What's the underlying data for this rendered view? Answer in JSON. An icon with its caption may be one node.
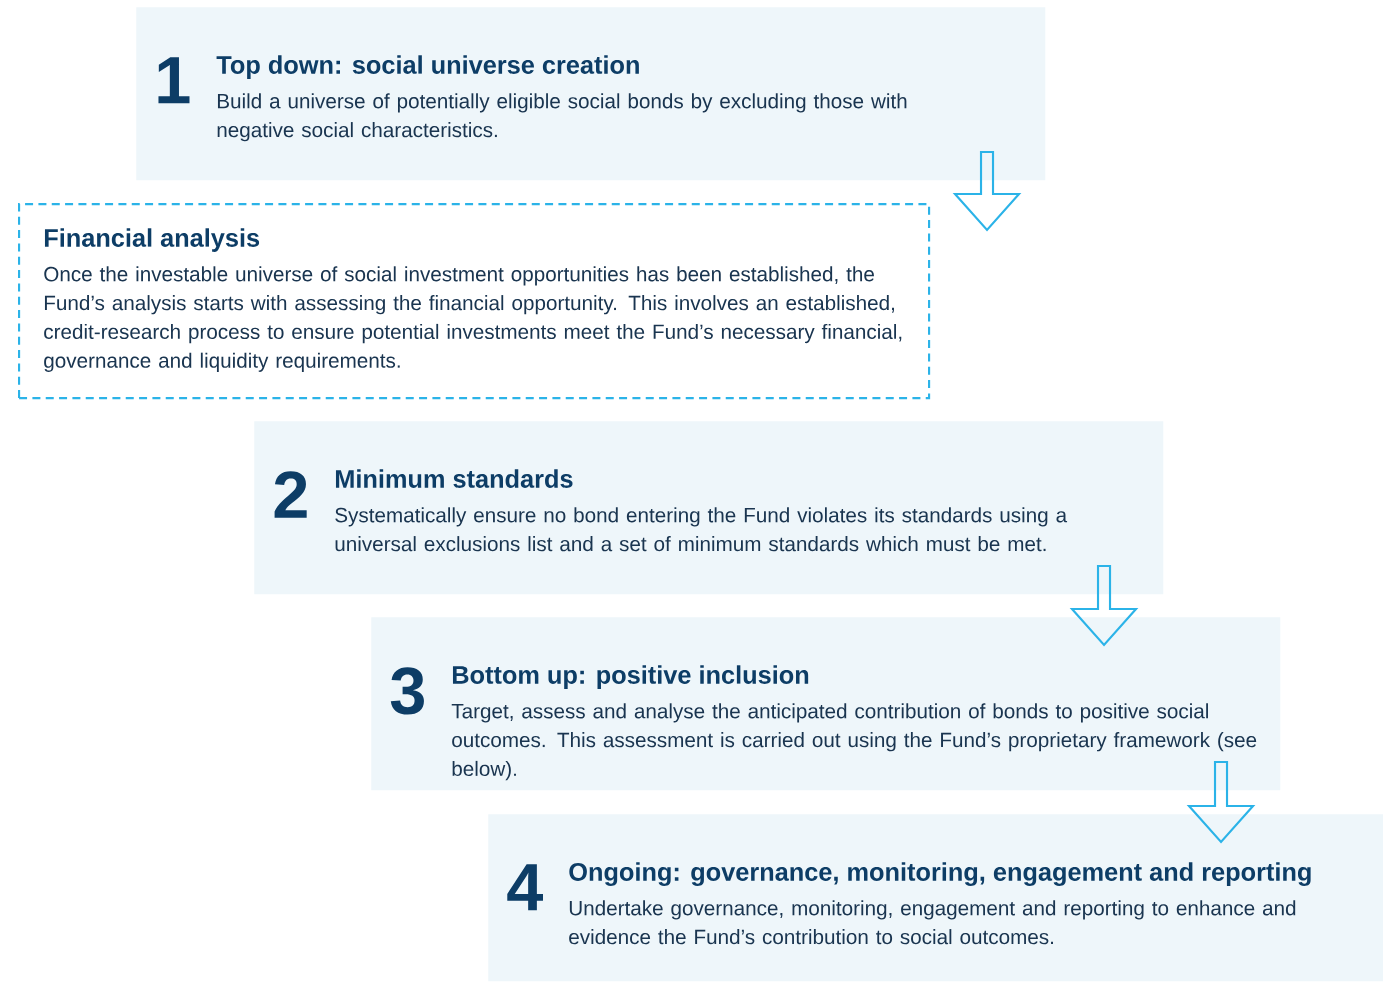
{
  "diagram": {
    "nodes": [
      {
        "text": [
          "1",
          "Top down: social universe creation",
          "Build a universe of potentially eligible social bonds by excluding those with negative social characteristics."
        ]
      },
      {
        "text": [
          "Financial analysis",
          "Once the investable universe of social investment opportunities has been established, the Fund’s analysis starts with assessing the financial opportunity. This involves an established, credit-research process to ensure potential investments meet the Fund’s necessary financial, governance and liquidity requirements."
        ]
      },
      {
        "text": [
          "2",
          "Minimum standards",
          "Systematically ensure no bond entering the Fund violates its standards using a universal exclusions list and a set of minimum standards which must be met."
        ]
      },
      {
        "text": [
          "3",
          "Bottom up: positive inclusion",
          "Target, assess and analyse the anticipated contribution of bonds to positive social outcomes. This assessment is carried out using the Fund’s proprietary framework (see below)."
        ]
      },
      {
        "text": [
          "4",
          "Ongoing: governance, monitoring, engagement and reporting",
          "Undertake governance, monitoring, engagement and reporting to enhance and evidence the Fund’s contribution to social outcomes."
        ]
      }
    ],
    "edges": [
      {
        "from": 0,
        "to": null,
        "arrow": "to"
      },
      {
        "from": 2,
        "to": 3,
        "arrow": "to"
      },
      {
        "from": 3,
        "to": 4,
        "arrow": "to"
      }
    ]
  }
}
